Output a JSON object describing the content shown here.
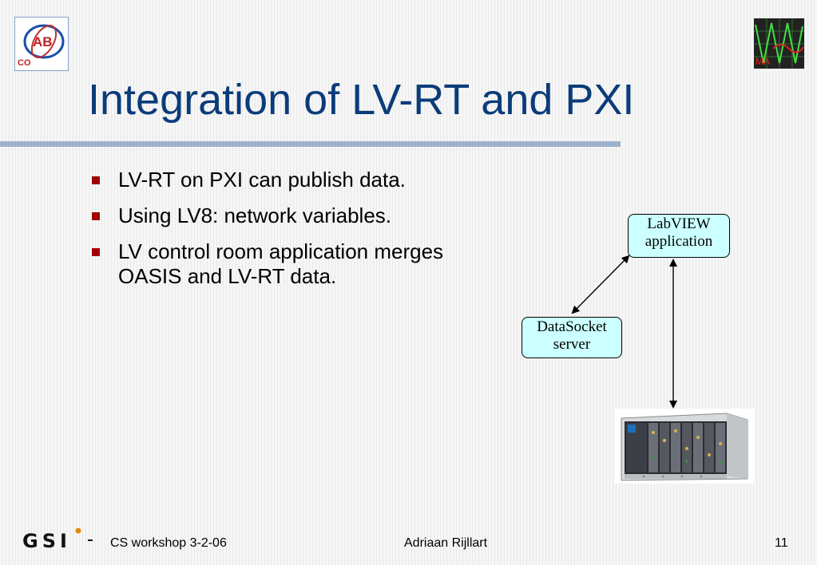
{
  "logos": {
    "top_left_text_1": "AB",
    "top_left_text_2": "CO",
    "top_right_text": "MA",
    "footer_logo_text": "GSI"
  },
  "slide": {
    "title": "Integration of LV-RT and PXI",
    "bullets": [
      "LV-RT on PXI can publish data.",
      "Using LV8: network variables.",
      "LV control room application merges OASIS and LV-RT data."
    ]
  },
  "diagram": {
    "labview_box": {
      "line1": "LabVIEW",
      "line2": "application"
    },
    "datasocket_box": {
      "line1": "DataSocket",
      "line2": "server"
    },
    "fill_color": "#ccffff"
  },
  "footer": {
    "event": "CS workshop 3-2-06",
    "author": "Adriaan Rijllart",
    "page_number": "11"
  },
  "colors": {
    "title": "#0b3c7a",
    "bullet": "#a00000",
    "rule": "#9db2cc"
  }
}
